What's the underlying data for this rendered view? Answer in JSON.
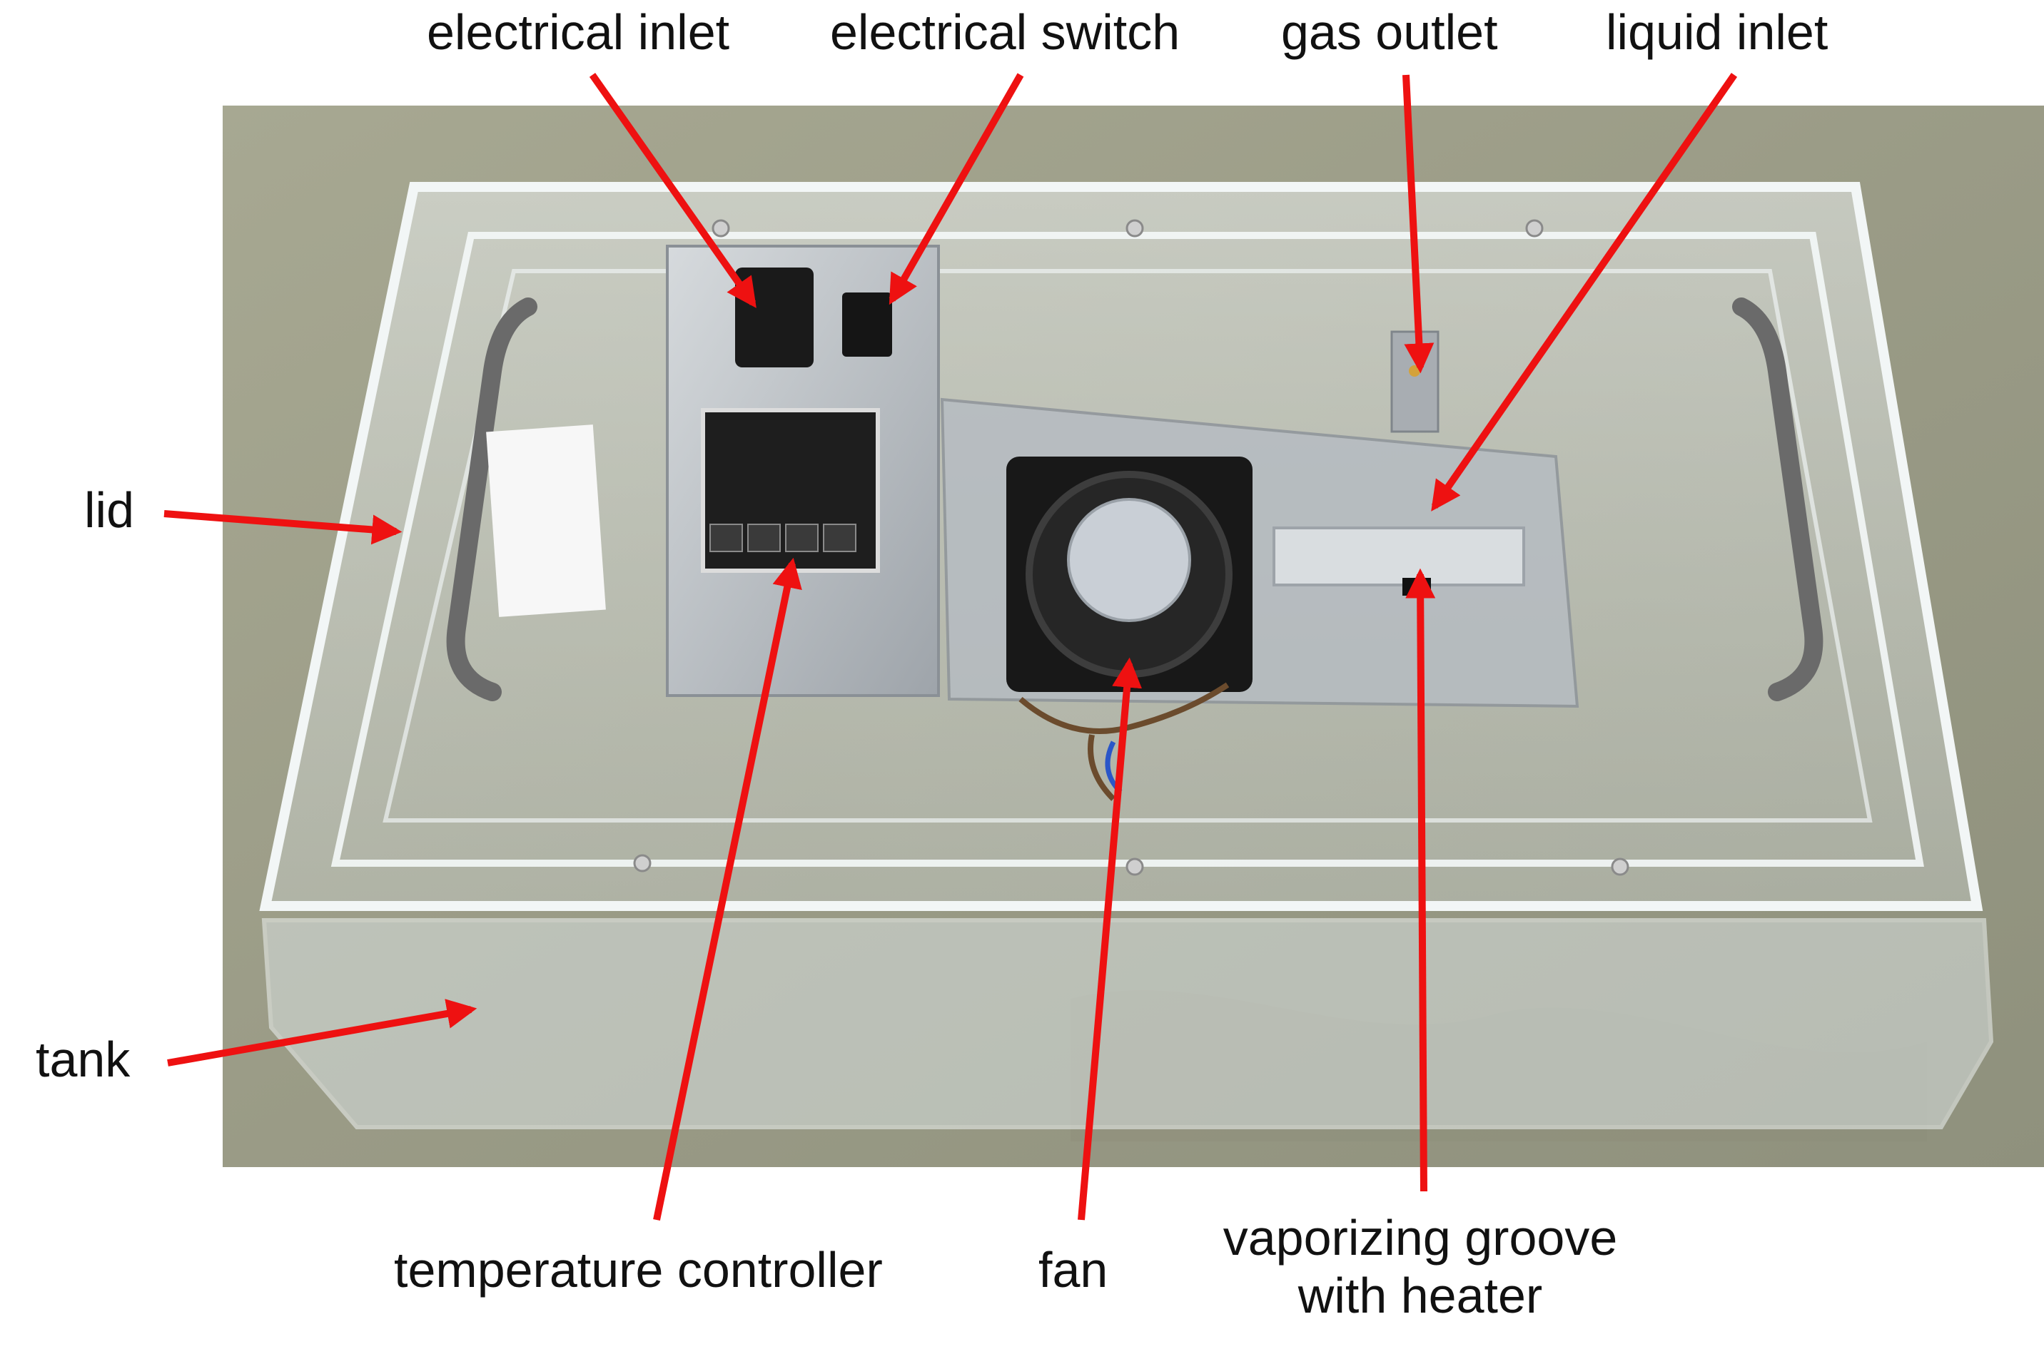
{
  "labels": {
    "electrical_inlet": "electrical inlet",
    "electrical_switch": "electrical switch",
    "gas_outlet": "gas outlet",
    "liquid_inlet": "liquid inlet",
    "lid": "lid",
    "tank": "tank",
    "temperature_controller": "temperature controller",
    "fan": "fan",
    "vaporizing_groove_line1": "vaporizing groove",
    "vaporizing_groove_line2": "with heater"
  },
  "colors": {
    "arrow": "#ee1111",
    "text": "#111111",
    "floor": "#9c9d88",
    "acrylic": "#dfe6e6",
    "metal": "#b9bec3"
  }
}
